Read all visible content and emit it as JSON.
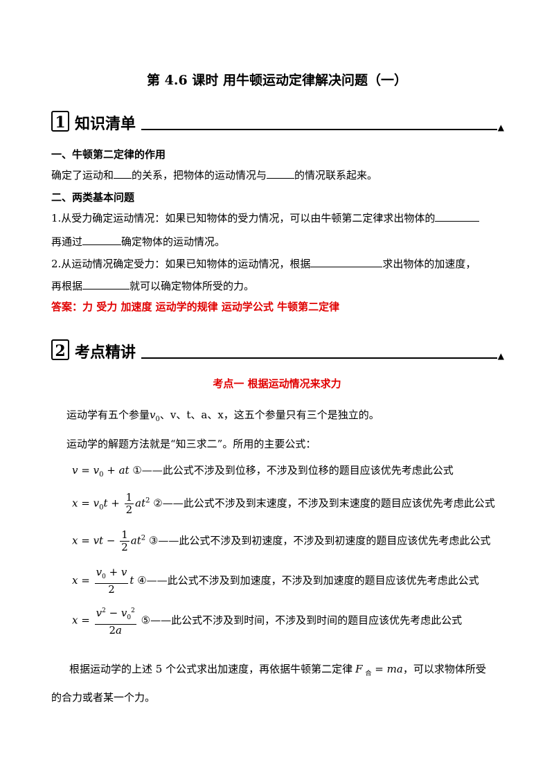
{
  "title": "第 4.6 课时  用牛顿运动定律解决问题（一）",
  "section1": {
    "badge": "1",
    "heading": "知识清单",
    "arrow": "▲",
    "sub1": "一、牛顿第二定律的作用",
    "line1_a": "确定了运动和",
    "line1_b": "的关系，把物体的运动情况与",
    "line1_c": "的情况联系起来。",
    "sub2": "二、两类基本问题",
    "p1_a": "1.从受力确定运动情况：如果已知物体的受力情况，可以由牛顿第二定律求出物体的",
    "p1_b": "再通过",
    "p1_c": "确定物体的运动情况。",
    "p2_a": "2.从运动情况确定受力：如果已知物体的运动情况，根据",
    "p2_b": "求出物体的加速度，",
    "p2_c": "再根据",
    "p2_d": "就可以确定物体所受的力。",
    "answer": "答案：力  受力  加速度  运动学的规律  运动学公式  牛顿第二定律"
  },
  "section2": {
    "badge": "2",
    "heading": "考点精讲",
    "arrow": "▲",
    "point_title": "考点一  根据运动情况来求力",
    "para1_a": "运动学有五个参量",
    "para1_b": "、v、t、a、x，这五个参量只有三个是独立的。",
    "para2": "运动学的解题方法就是“知三求二”。所用的主要公式：",
    "formulas": [
      {
        "mark": "①",
        "desc": "——此公式不涉及到位移，不涉及到位移的题目应该优先考虑此公式"
      },
      {
        "mark": "②",
        "desc": "——此公式不涉及到末速度，不涉及到末速度的题目应该优先考虑此公式"
      },
      {
        "mark": "③",
        "desc": "——此公式不涉及到初速度，不涉及到初速度的题目应该优先考虑此公式"
      },
      {
        "mark": "④",
        "desc": "——此公式不涉及到加速度，不涉及到加速度的题目应该优先考虑此公式"
      },
      {
        "mark": "⑤",
        "desc": "——此公式不涉及到时间，不涉及到时间的题目应该优先考虑此公式"
      }
    ],
    "para3_a": "根据运动学的上述 5 个公式求出加速度，再依据牛顿第二定律",
    "para3_b": "，可以求物体所受",
    "para3_c": "的合力或者某一个力。"
  }
}
